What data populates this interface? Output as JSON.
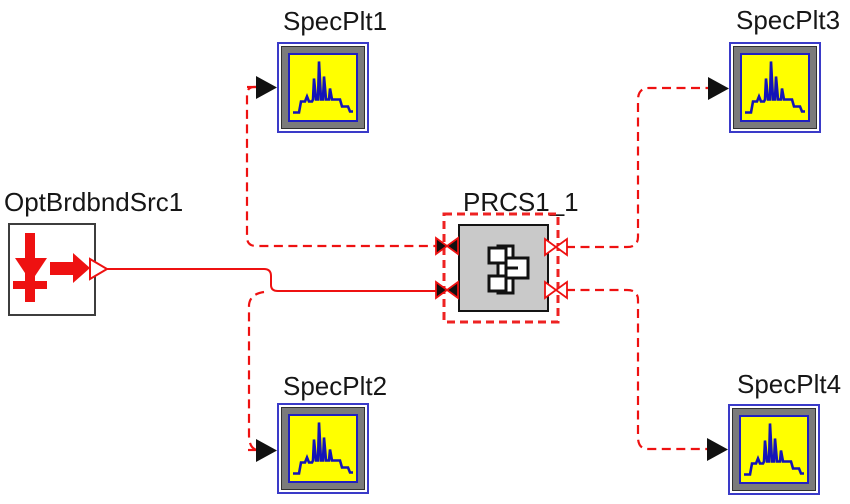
{
  "blocks": {
    "source": {
      "label": "OptBrdbndSrc1"
    },
    "prcs": {
      "label": "PRCS1_1"
    },
    "specplt1": {
      "label": "SpecPlt1"
    },
    "specplt2": {
      "label": "SpecPlt2"
    },
    "specplt3": {
      "label": "SpecPlt3"
    },
    "specplt4": {
      "label": "SpecPlt4"
    }
  },
  "colors": {
    "wire_red": "#ee1111",
    "selection_red": "#ee2222",
    "plot_yellow": "#ffff00",
    "plot_trace_blue": "#1414b8",
    "plot_border_blue": "#3a3ac8",
    "frame_gray": "#7b7b7b",
    "prcs_fill_gray": "#c9c9c9",
    "label_color": "#161616",
    "background": "#ffffff"
  }
}
